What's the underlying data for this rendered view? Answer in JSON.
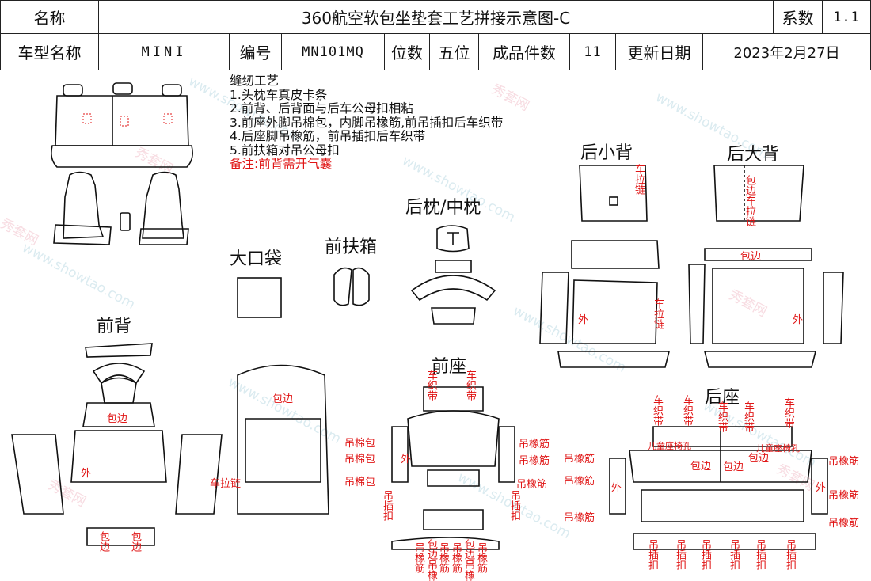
{
  "header": {
    "name_label": "名称",
    "doc_title": "360航空软包坐垫套工艺拼接示意图-C",
    "factor_label": "系数",
    "factor_value": "1.1",
    "model_label": "车型名称",
    "model_value": "MINI",
    "code_label": "编号",
    "code_value": "MN101MQ",
    "seats_label": "位数",
    "seats_value": "五位",
    "pieces_label": "成品件数",
    "pieces_value": "11",
    "date_label": "更新日期",
    "date_value": "2023年2月27日"
  },
  "notes": {
    "heading": "缝纫工艺",
    "items": [
      "1.头枕车真皮卡条",
      "2.前背、后背面与后车公母扣相粘",
      "3.前座外脚吊棉包，内脚吊橡筋,前吊插扣后车织带",
      "4.后座脚吊橡筋，前吊插扣后车织带",
      "5.前扶箱对吊公母扣"
    ],
    "remark": "备注:前背需开气囊"
  },
  "sections": {
    "rear_small_back": "后小背",
    "rear_big_back": "后大背",
    "headrest": "后枕/中枕",
    "front_armrest": "前扶箱",
    "big_pocket": "大口袋",
    "front_back": "前背",
    "front_seat": "前座",
    "rear_seat": "后座"
  },
  "labels": {
    "zipper_vertical": "车拉链",
    "binding_zipper_vertical": "包边车拉链",
    "binding": "包边",
    "outer": "外",
    "zipper": "车拉链",
    "sew_strap": "车织带",
    "hang_cotton": "吊棉包",
    "hang_elastic": "吊橡筋",
    "hang_buckle": "吊插扣",
    "child_seat_hole": "儿童座椅孔",
    "binding_hang_elastic": "包边吊橡筋",
    "hang_elastic_short": "吊橡",
    "elastic": "筋"
  },
  "watermark": {
    "cn": "秀套网",
    "en": "www.showtao.com"
  },
  "colors": {
    "line": "#111111",
    "annotation": "#e01515",
    "watermark_blue": "#cfe5ec",
    "watermark_pink": "#f3c6cf"
  }
}
